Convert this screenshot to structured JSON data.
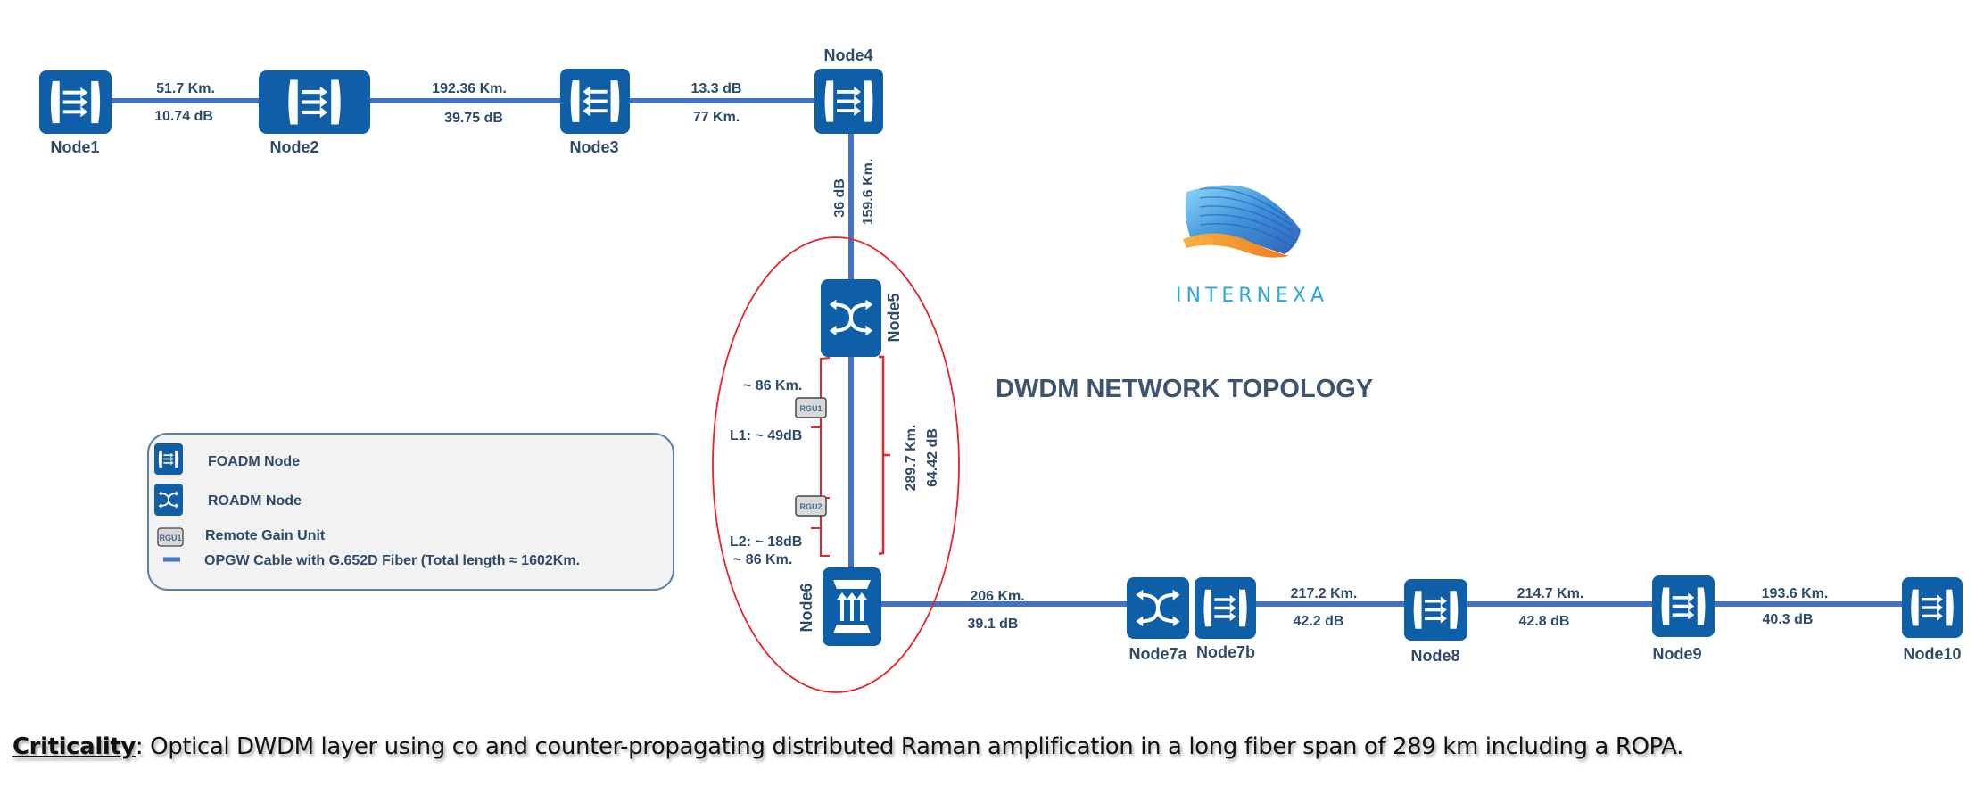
{
  "diagram": {
    "title": "DWDM NETWORK TOPOLOGY",
    "colors": {
      "node_fill": "#0e5fa8",
      "fiber": "#4472c4",
      "text": "#2e4a6b",
      "highlight": "#e8242a",
      "legend_bg": "#f2f2f2",
      "legend_border": "#5b7fa5"
    },
    "nodes": [
      {
        "id": "Node1",
        "label": "Node1",
        "type": "FOADM",
        "arrow_dir": "right"
      },
      {
        "id": "Node2",
        "label": "Node2",
        "type": "FOADM",
        "arrow_dir": "right"
      },
      {
        "id": "Node3",
        "label": "Node3",
        "type": "FOADM",
        "arrow_dir": "left"
      },
      {
        "id": "Node4",
        "label": "Node4",
        "type": "FOADM",
        "arrow_dir": "right"
      },
      {
        "id": "Node5",
        "label": "Node5",
        "type": "ROADM"
      },
      {
        "id": "Node6",
        "label": "Node6",
        "type": "FOADM",
        "arrow_dir": "up"
      },
      {
        "id": "Node7a",
        "label": "Node7a",
        "type": "ROADM"
      },
      {
        "id": "Node7b",
        "label": "Node7b",
        "type": "FOADM",
        "arrow_dir": "right"
      },
      {
        "id": "Node8",
        "label": "Node8",
        "type": "FOADM",
        "arrow_dir": "right"
      },
      {
        "id": "Node9",
        "label": "Node9",
        "type": "FOADM",
        "arrow_dir": "right"
      },
      {
        "id": "Node10",
        "label": "Node10",
        "type": "FOADM",
        "arrow_dir": "right"
      }
    ],
    "links": [
      {
        "from": "Node1",
        "to": "Node2",
        "label_top": "51.7 Km.",
        "label_bottom": "10.74 dB"
      },
      {
        "from": "Node2",
        "to": "Node3",
        "label_top": "192.36 Km.",
        "label_bottom": "39.75 dB"
      },
      {
        "from": "Node3",
        "to": "Node4",
        "label_top": "13.3 dB",
        "label_bottom": "77 Km."
      },
      {
        "from": "Node4",
        "to": "Node5",
        "label_left": "36 dB",
        "label_right": "159.6 Km."
      },
      {
        "from": "Node5",
        "to": "Node6",
        "label_left": "289.7 Km.",
        "label_right": "64.42 dB"
      },
      {
        "from": "Node6",
        "to": "Node7a",
        "label_top": "206 Km.",
        "label_bottom": "39.1 dB"
      },
      {
        "from": "Node7b",
        "to": "Node8",
        "label_top": "217.2 Km.",
        "label_bottom": "42.2 dB"
      },
      {
        "from": "Node8",
        "to": "Node9",
        "label_top": "214.7 Km.",
        "label_bottom": "42.8 dB"
      },
      {
        "from": "Node9",
        "to": "Node10",
        "label_top": "193.6 Km.",
        "label_bottom": "40.3 dB"
      }
    ],
    "raman_span": {
      "seg1_length": "~ 86 Km.",
      "rgu1": "RGU1",
      "l1_loss": "L1: ~ 49dB",
      "rgu2": "RGU2",
      "l2_loss": "L2: ~ 18dB",
      "seg2_length": "~ 86 Km."
    },
    "legend": {
      "items": [
        {
          "icon": "foadm-node-icon",
          "label": "FOADM Node"
        },
        {
          "icon": "roadm-node-icon",
          "label": "ROADM Node"
        },
        {
          "icon": "rgu-icon",
          "label": "Remote Gain Unit",
          "icon_text": "RGU1"
        },
        {
          "icon": "fiber-line-icon",
          "label": "OPGW Cable with G.652D Fiber (Total length ≈ 1602Km."
        }
      ]
    },
    "logo": {
      "text": "InterNexa",
      "display": "INTERNEXA"
    }
  },
  "caption": {
    "bold": "Criticality",
    "text": ": Optical DWDM layer using co and counter-propagating distributed Raman amplification in a long fiber span of 289 km including a ROPA."
  }
}
